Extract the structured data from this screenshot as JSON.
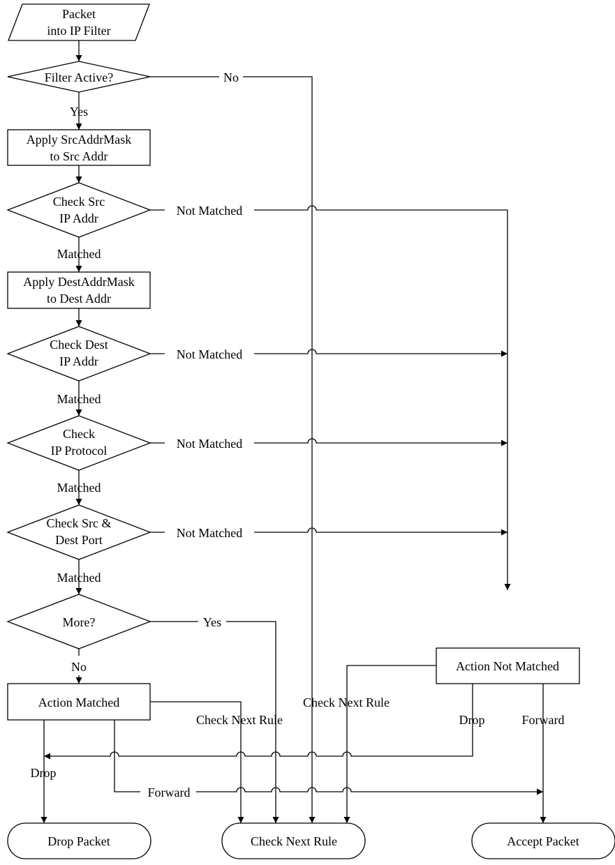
{
  "nodes": {
    "start": [
      "Packet",
      "into IP Filter"
    ],
    "filter_active": [
      "Filter Active?"
    ],
    "apply_src_mask": [
      "Apply SrcAddrMask",
      "to  Src Addr"
    ],
    "check_src_ip": [
      "Check Src",
      "IP Addr"
    ],
    "apply_dest_mask": [
      "Apply DestAddrMask",
      "to  Dest Addr"
    ],
    "check_dest_ip": [
      "Check Dest",
      "IP Addr"
    ],
    "check_protocol": [
      "Check",
      "IP Protocol"
    ],
    "check_ports": [
      "Check  Src &",
      "Dest Port"
    ],
    "more": [
      "More?"
    ],
    "action_matched": [
      "Action Matched"
    ],
    "action_not_matched": [
      "Action Not Matched"
    ],
    "drop_packet": [
      "Drop Packet"
    ],
    "check_next_rule": [
      "Check Next Rule"
    ],
    "accept_packet": [
      "Accept Packet"
    ]
  },
  "edge_labels": {
    "filter_no": "No",
    "filter_yes": "Yes",
    "src_not_matched": "Not Matched",
    "src_matched": "Matched",
    "dest_not_matched": "Not Matched",
    "dest_matched": "Matched",
    "proto_not_matched": "Not Matched",
    "proto_matched": "Matched",
    "ports_not_matched": "Not Matched",
    "ports_matched": "Matched",
    "more_yes": "Yes",
    "more_no": "No",
    "am_check_next": "Check Next Rule",
    "anm_check_next": "Check Next Rule",
    "am_drop": "Drop",
    "am_forward": "Forward",
    "anm_drop": "Drop",
    "anm_forward": "Forward"
  }
}
